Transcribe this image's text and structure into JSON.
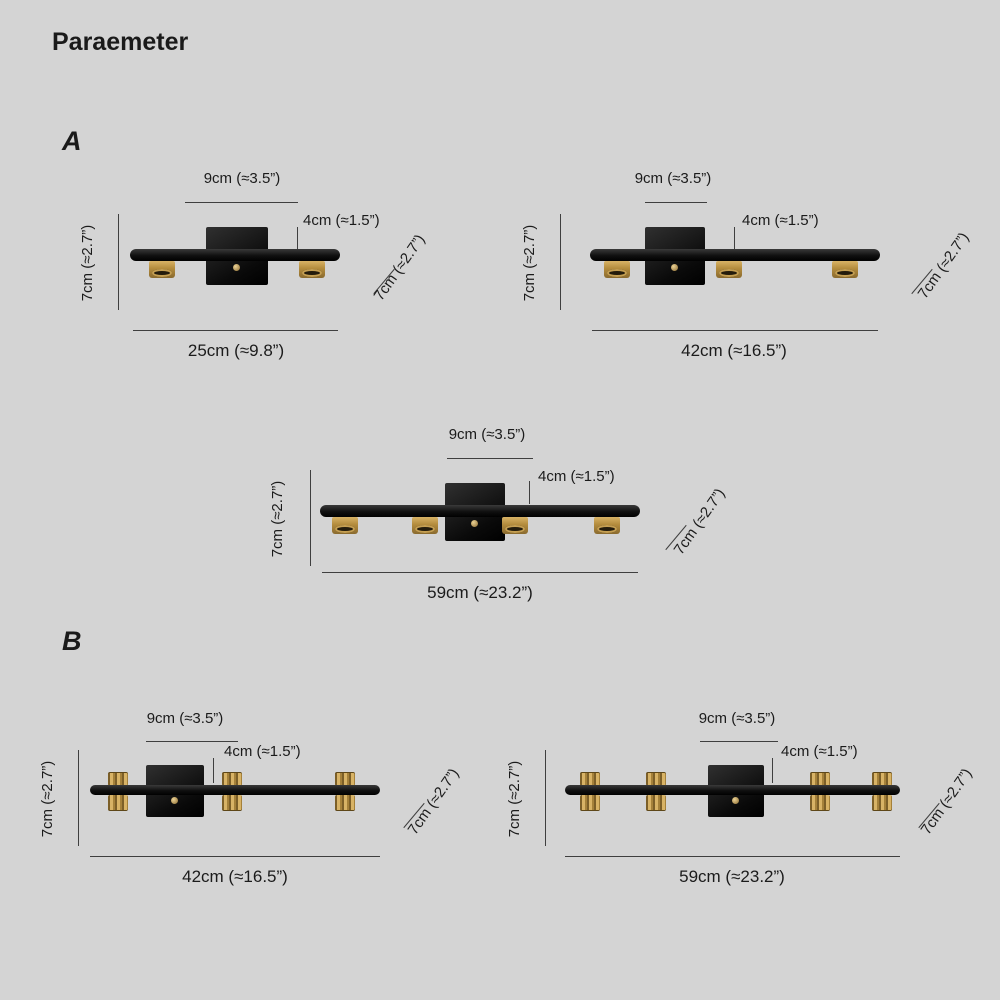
{
  "page": {
    "title": "Paraemeter",
    "background": "#d4d4d4"
  },
  "colors": {
    "gold": "#c59f52",
    "fixture_black": "#111111",
    "text": "#1b1b1b"
  },
  "sections": {
    "a": {
      "label": "A"
    },
    "b": {
      "label": "B"
    }
  },
  "diagrams": {
    "a25": {
      "top": "9cm (≈3.5”)",
      "side": "4cm (≈1.5”)",
      "height": "7cm (≈2.7”)",
      "depth": "7cm (≈2.7”)",
      "length": "25cm (≈9.8”)",
      "lights": 2
    },
    "a42": {
      "top": "9cm (≈3.5”)",
      "side": "4cm (≈1.5”)",
      "height": "7cm (≈2.7”)",
      "depth": "7cm (≈2.7”)",
      "length": "42cm (≈16.5”)",
      "lights": 3
    },
    "a59": {
      "top": "9cm (≈3.5”)",
      "side": "4cm (≈1.5”)",
      "height": "7cm (≈2.7”)",
      "depth": "7cm (≈2.7”)",
      "length": "59cm (≈23.2”)",
      "lights": 4
    },
    "b42": {
      "top": "9cm (≈3.5”)",
      "side": "4cm (≈1.5”)",
      "height": "7cm (≈2.7”)",
      "depth": "7cm (≈2.7”)",
      "length": "42cm (≈16.5”)",
      "lights": 3
    },
    "b59": {
      "top": "9cm (≈3.5”)",
      "side": "4cm (≈1.5”)",
      "height": "7cm (≈2.7”)",
      "depth": "7cm (≈2.7”)",
      "length": "59cm (≈23.2”)",
      "lights": 4
    }
  }
}
